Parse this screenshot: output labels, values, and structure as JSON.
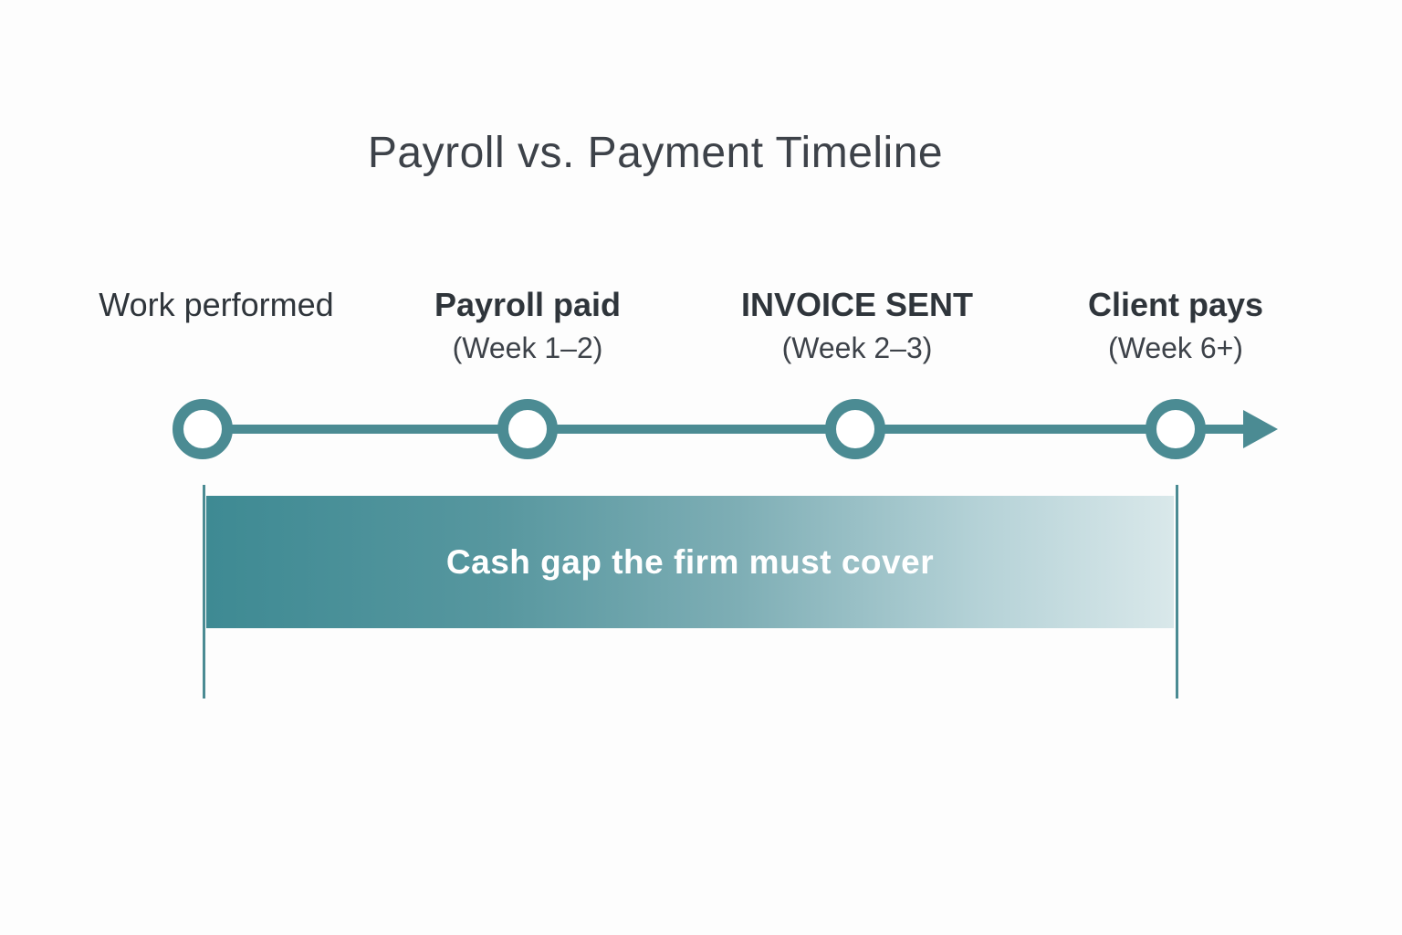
{
  "title": "Payroll vs. Payment Timeline",
  "timeline": {
    "milestones": [
      {
        "label": "Work performed",
        "sublabel": "",
        "emphasis": "regular"
      },
      {
        "label": "Payroll paid",
        "sublabel": "(Week 1–2)",
        "emphasis": "bold"
      },
      {
        "label": "INVOICE SENT",
        "sublabel": "(Week 2–3)",
        "emphasis": "bold"
      },
      {
        "label": "Client pays",
        "sublabel": "(Week 6+)",
        "emphasis": "bold"
      }
    ],
    "direction": "left-to-right"
  },
  "cash_gap": {
    "label": "Cash gap the firm must cover"
  },
  "colors": {
    "teal": "#4b8b93",
    "bar_gradient_start": "#3e8a93",
    "bar_gradient_end": "#d9e8ea",
    "text_dark": "#2f353b",
    "bar_text": "#ffffff",
    "background": "#fdfdfd"
  }
}
